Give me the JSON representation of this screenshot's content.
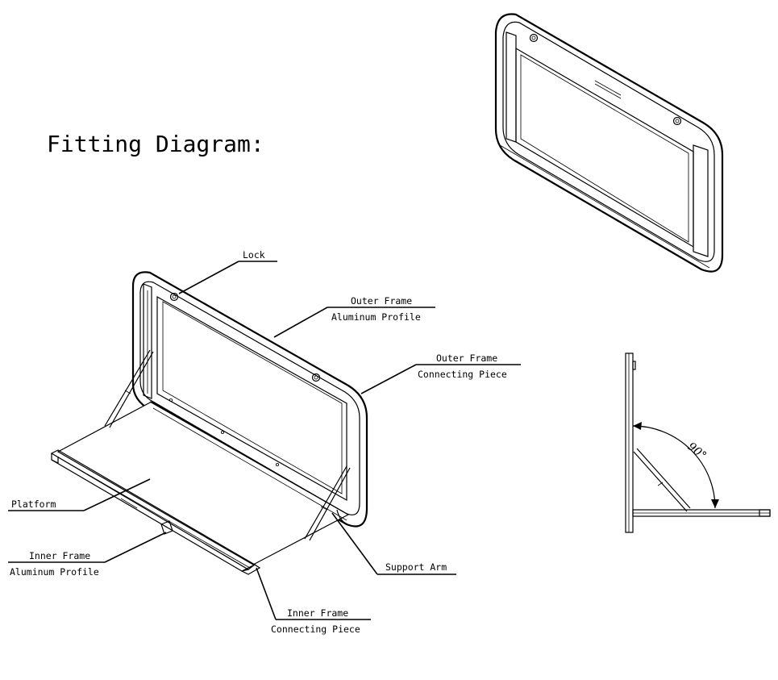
{
  "title": "Fitting Diagram:",
  "labels": {
    "lock": "Lock",
    "outer_frame_profile_1": "Outer Frame",
    "outer_frame_profile_2": "Aluminum Profile",
    "outer_frame_piece_1": "Outer Frame",
    "outer_frame_piece_2": "Connecting Piece",
    "platform": "Platform",
    "inner_frame_profile_1": "Inner Frame",
    "inner_frame_profile_2": "Aluminum Profile",
    "support_arm": "Support Arm",
    "inner_frame_piece_1": "Inner Frame",
    "inner_frame_piece_2": "Connecting Piece"
  },
  "angle": "90°"
}
